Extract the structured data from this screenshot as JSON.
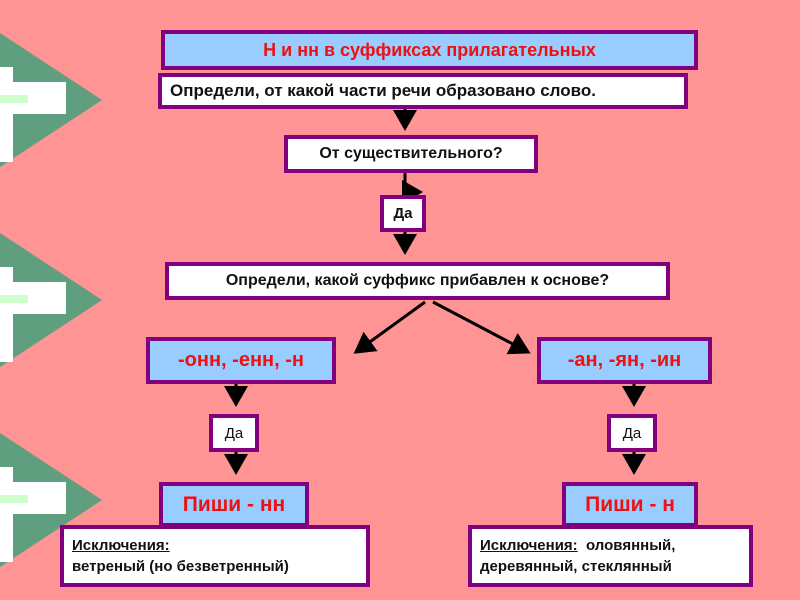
{
  "colors": {
    "background": "#ff9494",
    "box_border": "#800080",
    "header_fill": "#99ccff",
    "accent_text": "#ee1111",
    "decoration_green": "#5f9f7f"
  },
  "title": "Н и нн в суффиксах прилагательных",
  "steps": {
    "determine_pos": "Определи, от какой части речи образовано слово.",
    "from_noun": "От существительного?",
    "yes_1": "Да",
    "determine_suffix": "Определи, какой суффикс прибавлен к основе?"
  },
  "branches": {
    "left": {
      "suffixes": "-онн, -енн, -н",
      "yes": "Да",
      "rule": "Пиши - нн",
      "exceptions_label": "Исключения:",
      "exceptions": "ветреный (но безветренный)"
    },
    "right": {
      "suffixes": "-ан, -ян, -ин",
      "yes": "Да",
      "rule": "Пиши - н",
      "exceptions_label": "Исключения:",
      "exceptions_line1": "оловянный,",
      "exceptions_line2": "деревянный, стеклянный"
    }
  },
  "decorations": [
    "plus-arrow-icon",
    "plus-arrow-icon",
    "plus-arrow-icon"
  ]
}
